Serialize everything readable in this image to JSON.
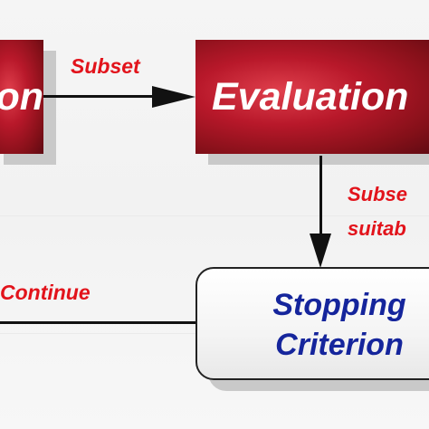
{
  "diagram": {
    "boxes": {
      "left_fragment": "on",
      "evaluation": "Evaluation",
      "stopping_line1": "Stopping",
      "stopping_line2": "Criterion"
    },
    "labels": {
      "subset": "Subset",
      "continue": "Continue",
      "subset_cut": "Subse",
      "suitable_cut": "suitab"
    },
    "colors": {
      "box_red": "#b8182a",
      "label_red": "#e2131b",
      "criterion_blue": "#15259c"
    }
  }
}
